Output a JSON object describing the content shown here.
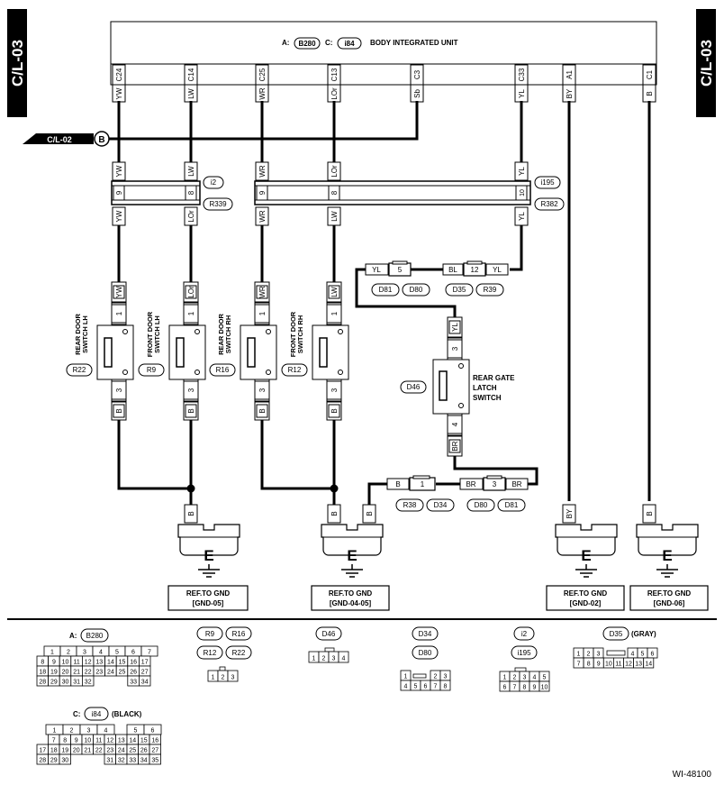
{
  "page_tabs": {
    "left": "C/L-03",
    "right": "C/L-03"
  },
  "unit": {
    "conn_a_prefix": "A:",
    "conn_a": "B280",
    "conn_c_prefix": "C:",
    "conn_c": "i84",
    "name": "BODY INTEGRATED UNIT"
  },
  "unit_pins": [
    {
      "pin": "C24",
      "wire": "YW"
    },
    {
      "pin": "C14",
      "wire": "LW"
    },
    {
      "pin": "C25",
      "wire": "WR"
    },
    {
      "pin": "C13",
      "wire": "LOr"
    },
    {
      "pin": "C3",
      "wire": "Sb"
    },
    {
      "pin": "C33",
      "wire": "YL"
    },
    {
      "pin": "A1",
      "wire": "BY"
    },
    {
      "pin": "C1",
      "wire": "B"
    }
  ],
  "offpage": {
    "label": "C/L-02",
    "circle": "B"
  },
  "wires_upper": [
    "YW",
    "LW",
    "WR",
    "LOr",
    "YL"
  ],
  "wires_lower": [
    "YW",
    "LOr",
    "WR",
    "LW",
    "YL"
  ],
  "joint_left": {
    "pins": [
      "9",
      "8"
    ],
    "conn_top": "i2",
    "conn_bottom": "R339"
  },
  "joint_right": {
    "pins": [
      "9",
      "8",
      "10"
    ],
    "conn_top": "i195",
    "conn_bottom": "R382"
  },
  "yl_chain": {
    "w1": "YL",
    "p1": "5",
    "w2": "BL",
    "p2": "12",
    "w3": "YL",
    "c1": "D81",
    "c2": "D80",
    "c3": "D35",
    "c4": "R39"
  },
  "switches": [
    {
      "name": "REAR DOOR SWITCH LH",
      "line1": "REAR DOOR",
      "line2": "SWITCH LH",
      "conn": "R22",
      "top_wire": "YW",
      "top_pin": "1",
      "bot_pin": "3",
      "bot_wire": "B"
    },
    {
      "name": "FRONT DOOR SWITCH LH",
      "line1": "FRONT DOOR",
      "line2": "SWITCH LH",
      "conn": "R9",
      "top_wire": "LOr",
      "top_pin": "1",
      "bot_pin": "3",
      "bot_wire": "B"
    },
    {
      "name": "REAR DOOR SWITCH RH",
      "line1": "REAR DOOR",
      "line2": "SWITCH RH",
      "conn": "R16",
      "top_wire": "WR",
      "top_pin": "1",
      "bot_pin": "3",
      "bot_wire": "B"
    },
    {
      "name": "FRONT DOOR SWITCH RH",
      "line1": "FRONT DOOR",
      "line2": "SWITCH RH",
      "conn": "R12",
      "top_wire": "LW",
      "top_pin": "1",
      "bot_pin": "3",
      "bot_wire": "B"
    }
  ],
  "gate": {
    "line1": "REAR GATE",
    "line2": "LATCH",
    "line3": "SWITCH",
    "conn": "D46",
    "top_wire": "YL",
    "top_pin": "3",
    "bot_pin": "4",
    "bot_wire": "BR"
  },
  "br_chain": {
    "w1": "B",
    "p1": "1",
    "w2": "BR",
    "p2": "3",
    "w3": "BR",
    "c1": "R38",
    "c2": "D34",
    "c3": "D80",
    "c4": "D81"
  },
  "grounds": [
    {
      "symbol": "E",
      "wires": [
        "B"
      ],
      "ref": "REF.TO GND",
      "code": "[GND-05]"
    },
    {
      "symbol": "E",
      "wires": [
        "B",
        "B"
      ],
      "ref": "REF.TO GND",
      "code": "[GND-04-05]"
    },
    {
      "symbol": "E",
      "wires": [
        "BY"
      ],
      "ref": "REF.TO GND",
      "code": "[GND-02]"
    },
    {
      "symbol": "E",
      "wires": [
        "B"
      ],
      "ref": "REF.TO GND",
      "code": "[GND-06]"
    }
  ],
  "legend": {
    "b280": {
      "prefix": "A:",
      "id": "B280",
      "rows": [
        [
          "1",
          "2",
          "3",
          "4",
          "5",
          "6",
          "7"
        ],
        [
          "8",
          "9",
          "10",
          "11",
          "12",
          "13",
          "14",
          "15",
          "16",
          "17"
        ],
        [
          "18",
          "19",
          "20",
          "21",
          "22",
          "23",
          "24",
          "25",
          "26",
          "27"
        ],
        [
          "28",
          "29",
          "30",
          "31",
          "32",
          "33",
          "34"
        ]
      ]
    },
    "i84": {
      "prefix": "C:",
      "id": "i84",
      "note": "(BLACK)",
      "rows": [
        [
          "1",
          "2",
          "3",
          "4",
          "5",
          "6"
        ],
        [
          "7",
          "8",
          "9",
          "10",
          "11",
          "12",
          "13",
          "14",
          "15",
          "16"
        ],
        [
          "17",
          "18",
          "19",
          "20",
          "21",
          "22",
          "23",
          "24",
          "25",
          "26",
          "27"
        ],
        [
          "28",
          "29",
          "30",
          "31",
          "32",
          "33",
          "34",
          "35"
        ]
      ]
    },
    "r_group": {
      "ids": [
        "R9",
        "R16",
        "R12",
        "R22"
      ],
      "pins": [
        "1",
        "2",
        "3"
      ]
    },
    "d46": {
      "id": "D46",
      "pins": [
        "1",
        "2",
        "3",
        "4"
      ]
    },
    "d34": {
      "ids": [
        "D34",
        "D80"
      ],
      "rows": [
        [
          "1",
          "2",
          "3"
        ],
        [
          "4",
          "5",
          "6",
          "7",
          "8"
        ]
      ]
    },
    "i2": {
      "ids": [
        "i2",
        "i195"
      ],
      "rows": [
        [
          "1",
          "2",
          "3",
          "4",
          "5"
        ],
        [
          "6",
          "7",
          "8",
          "9",
          "10"
        ]
      ]
    },
    "d35": {
      "id": "D35",
      "note": "(GRAY)",
      "rows": [
        [
          "1",
          "2",
          "3",
          "4",
          "5",
          "6"
        ],
        [
          "7",
          "8",
          "9",
          "10",
          "11",
          "12",
          "13",
          "14"
        ]
      ]
    }
  },
  "figure_id": "WI-48100"
}
